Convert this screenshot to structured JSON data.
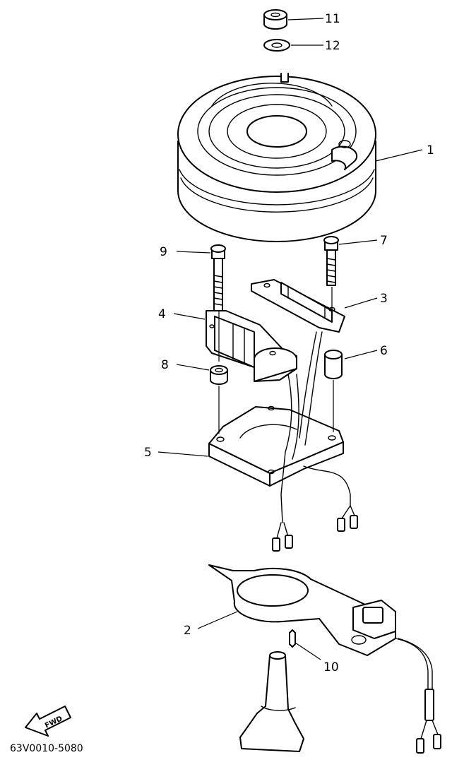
{
  "callouts": {
    "p1": "1",
    "p2": "2",
    "p3": "3",
    "p4": "4",
    "p5": "5",
    "p6": "6",
    "p7": "7",
    "p8": "8",
    "p9": "9",
    "p10": "10",
    "p11": "11",
    "p12": "12"
  },
  "direction_label": "FWD",
  "diagram_code": "63V0010-5080"
}
